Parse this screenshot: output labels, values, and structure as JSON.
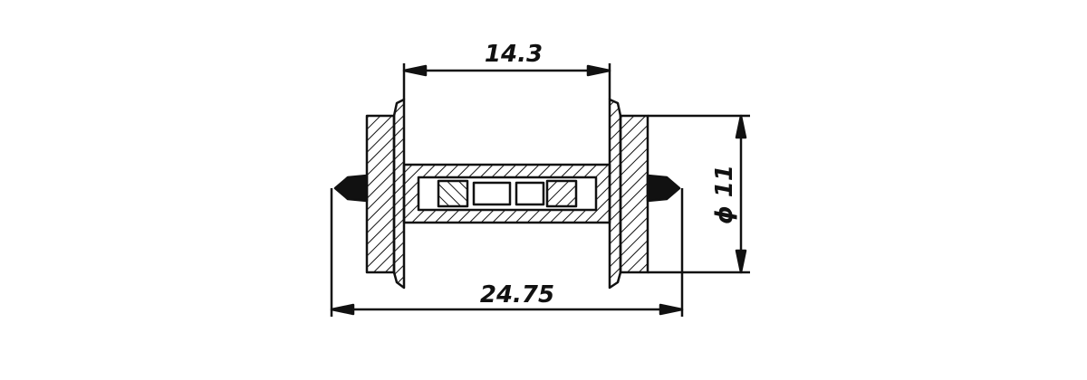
{
  "drawing": {
    "subject": "wheelset",
    "colors": {
      "line": "#111111",
      "background": "#ffffff"
    }
  },
  "dimensions": {
    "back_to_back": "14.3",
    "overall_length": "24.75",
    "wheel_diameter": "ϕ 11"
  }
}
